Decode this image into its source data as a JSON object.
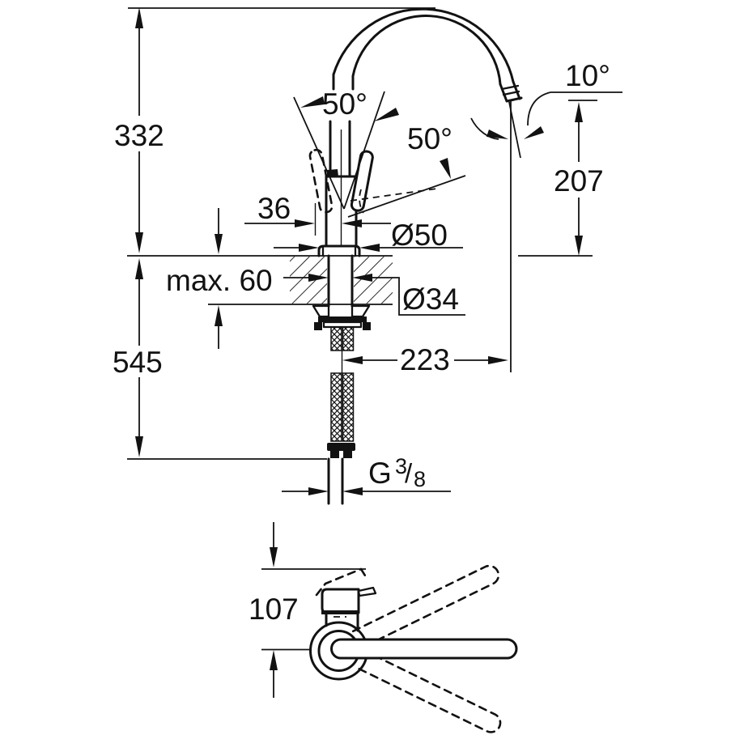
{
  "colors": {
    "ink": "#121212",
    "background": "#ffffff"
  },
  "front_view": {
    "label_height_above_counter": "332",
    "label_height_below": "545",
    "label_counter_thickness": "max. 60",
    "label_handle_offset": "36",
    "label_base_diameter": "Ø50",
    "label_shank_diameter": "Ø34",
    "label_spout_reach": "223",
    "label_outlet_height": "207",
    "label_lever_swing": "50°",
    "label_lever_swing_side": "50°",
    "label_outlet_angle": "10°",
    "thread": {
      "letter": "G",
      "numerator": "3",
      "slash": "/",
      "denominator": "8"
    }
  },
  "top_view": {
    "label_depth": "107"
  }
}
